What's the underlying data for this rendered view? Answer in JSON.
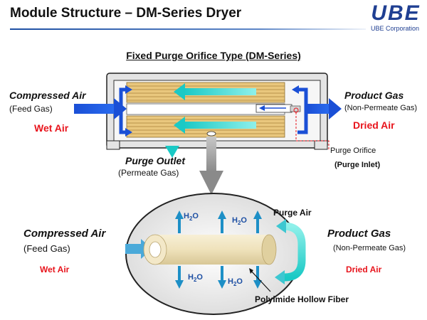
{
  "header": {
    "title": "Module Structure – DM-Series Dryer",
    "logo_text": "UBE",
    "logo_sub": "UBE Corporation"
  },
  "top_diagram": {
    "subtitle": "Fixed Purge Orifice Type (DM-Series)",
    "inlet_label": "Compressed Air",
    "inlet_sub": "(Feed Gas)",
    "inlet_state": "Wet Air",
    "outlet_label": "Product Gas",
    "outlet_sub": "(Non-Permeate Gas)",
    "outlet_state": "Dried Air",
    "purge_outlet_label": "Purge Outlet",
    "purge_outlet_sub": "(Permeate Gas)",
    "orifice_label": "Purge Orifice",
    "orifice_sub": "(Purge Inlet)"
  },
  "bottom_diagram": {
    "inlet_label": "Compressed Air",
    "inlet_sub": "(Feed Gas)",
    "inlet_state": "Wet Air",
    "outlet_label": "Product Gas",
    "outlet_sub": "(Non-Permeate Gas)",
    "outlet_state": "Dried Air",
    "purge_label": "Purge Air",
    "water_label": "H2O",
    "fiber_label": "Polyimide  Hollow  Fiber"
  },
  "colors": {
    "title_rule": "#1d4fa3",
    "logo": "#1f3f92",
    "feed_arrow": "#1a4fd6",
    "purge_arrow": "#1ec3c8",
    "state_text": "#e8141c",
    "fiber": "#f1e6c4",
    "housing": "#ececec",
    "water_arrow": "#1d8fc6"
  }
}
